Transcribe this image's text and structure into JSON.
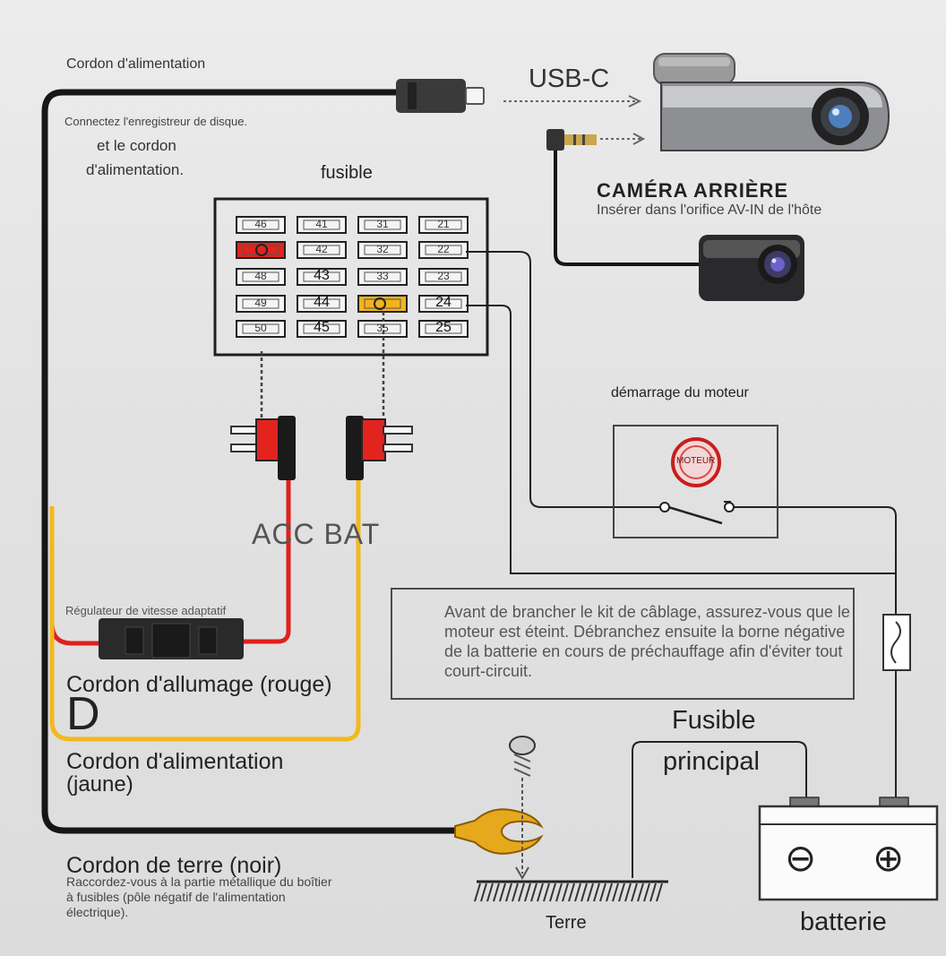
{
  "labels": {
    "power_cord_top": "Cordon d'alimentation",
    "connect_line1": "Connectez l'enregistreur de disque.",
    "connect_line2": "et le cordon",
    "connect_line3": "d'alimentation.",
    "fuse_title": "fusible",
    "usbc": "USB-C",
    "rear_camera": "CAMÉRA ARRIÈRE",
    "rear_camera_sub": "Insérer dans l'orifice AV-IN de l'hôte",
    "engine_start": "démarrage du moteur",
    "motor": "MOTEUR",
    "acc_bat": "ACC BAT",
    "regulator": "Régulateur de vitesse adaptatif",
    "ignition_cord": "Cordon d'allumage (rouge)",
    "d_letter": "D",
    "power_cord_yellow_1": "Cordon d'alimentation",
    "power_cord_yellow_2": "(jaune)",
    "ground_cord": "Cordon de terre (noir)",
    "ground_desc_1": "Raccordez-vous à la partie métallique du boîtier",
    "ground_desc_2": "à fusibles (pôle négatif de l'alimentation",
    "ground_desc_3": "électrique).",
    "main_fuse_1": "Fusible",
    "main_fuse_2": "principal",
    "earth": "Terre",
    "battery": "batterie",
    "battery_minus": "⊖",
    "battery_plus": "⊕"
  },
  "note": "Avant de brancher le kit de câblage, assurez-vous que le moteur est éteint. Débranchez ensuite la borne négative de la batterie en cours de préchauffage afin d'éviter tout court-circuit.",
  "fuse_box": {
    "rows": [
      [
        "46",
        "41",
        "31",
        "21"
      ],
      [
        "",
        "42",
        "32",
        "22"
      ],
      [
        "48",
        "43",
        "33",
        "23"
      ],
      [
        "49",
        "44",
        "",
        "24"
      ],
      [
        "50",
        "45",
        "35",
        "25"
      ]
    ]
  },
  "colors": {
    "acc_wire": "#e0201c",
    "bat_wire": "#f3b81c",
    "ground_wire": "#161616",
    "fuse_highlight_red": "#e3231d",
    "fuse_highlight_yellow": "#f1b41c"
  }
}
